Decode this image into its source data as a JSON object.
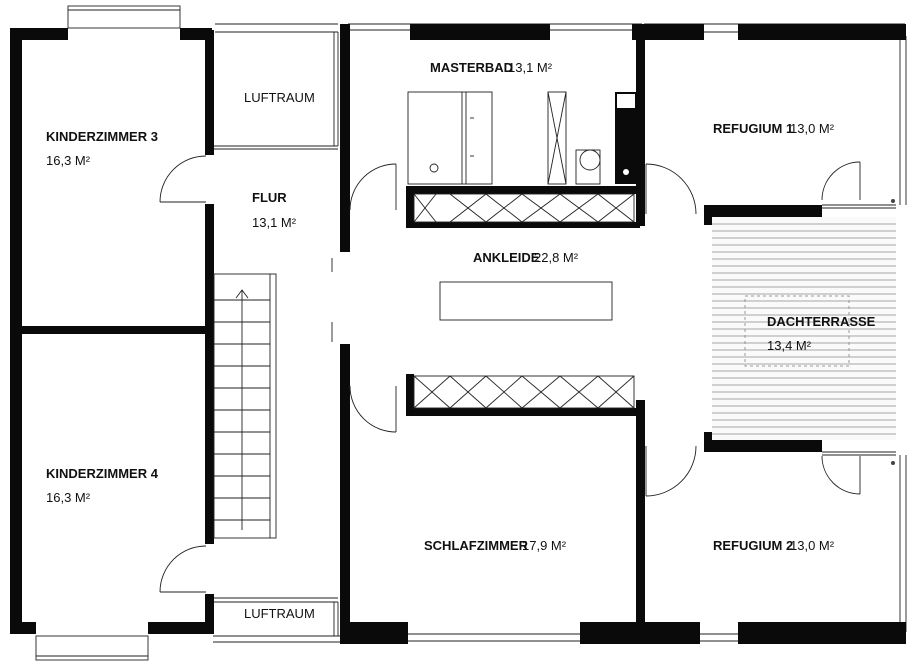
{
  "rooms": {
    "kinderzimmer3": {
      "name": "KINDERZIMMER 3",
      "area": "16,3 M²"
    },
    "kinderzimmer4": {
      "name": "KINDERZIMMER 4",
      "area": "16,3 M²"
    },
    "luftraum_top": {
      "name": "LUFTRAUM"
    },
    "luftraum_bottom": {
      "name": "LUFTRAUM"
    },
    "flur": {
      "name": "FLUR",
      "area": "13,1 M²"
    },
    "masterbad": {
      "name": "MASTERBAD",
      "area": "13,1 M²"
    },
    "ankleide": {
      "name": "ANKLEIDE",
      "area": "22,8 M²"
    },
    "schlafzimmer": {
      "name": "SCHLAFZIMMER",
      "area": "17,9 M²"
    },
    "refugium1": {
      "name": "REFUGIUM 1",
      "area": "13,0 M²"
    },
    "refugium2": {
      "name": "REFUGIUM 2",
      "area": "13,0 M²"
    },
    "dachterrasse": {
      "name": "DACHTERRASSE",
      "area": "13,4 M²"
    }
  }
}
